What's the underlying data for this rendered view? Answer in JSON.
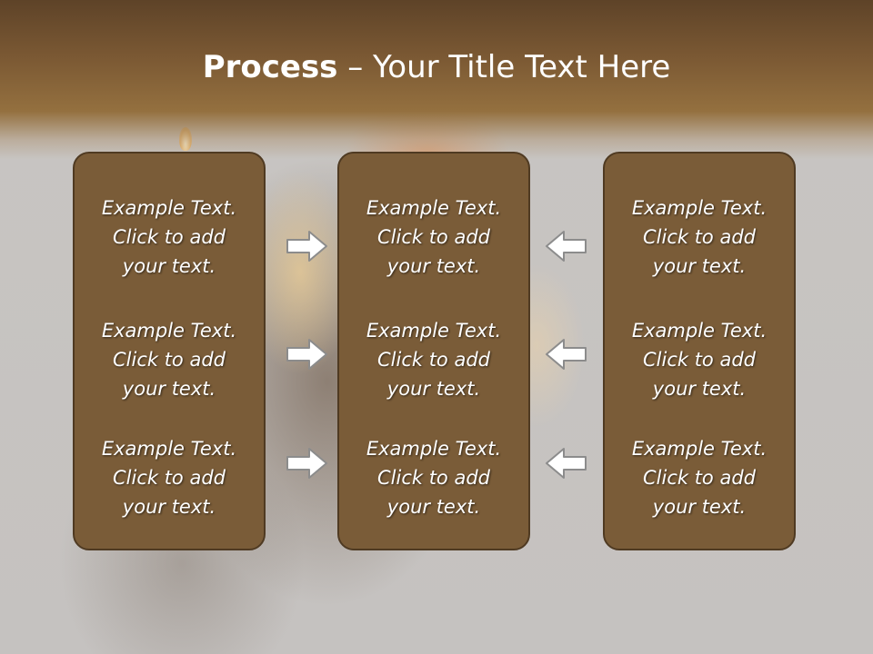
{
  "title": {
    "bold": "Process",
    "rest": " – Your Title Text Here"
  },
  "columns": [
    {
      "items": [
        "Example Text.\nClick  to add\nyour text.",
        "Example Text.\nClick  to add\nyour text.",
        "Example Text.\nClick  to add\nyour text."
      ]
    },
    {
      "items": [
        "Example Text.\nClick  to add\nyour text.",
        "Example Text.\nClick  to add\nyour text.",
        "Example Text.\nClick  to add\nyour text."
      ]
    },
    {
      "items": [
        "Example Text.\nClick  to add\nyour text.",
        "Example Text.\nClick  to add\nyour text.",
        "Example Text.\nClick  to add\nyour text."
      ]
    }
  ],
  "arrows": {
    "left_group": "right-arrow-icon",
    "right_group": "left-arrow-icon"
  },
  "colors": {
    "header": "#7a5833",
    "panel_fill": "#7a5c38",
    "panel_border": "#4f3a22",
    "arrow_fill": "#ffffff",
    "arrow_stroke": "#8c8c8c"
  }
}
